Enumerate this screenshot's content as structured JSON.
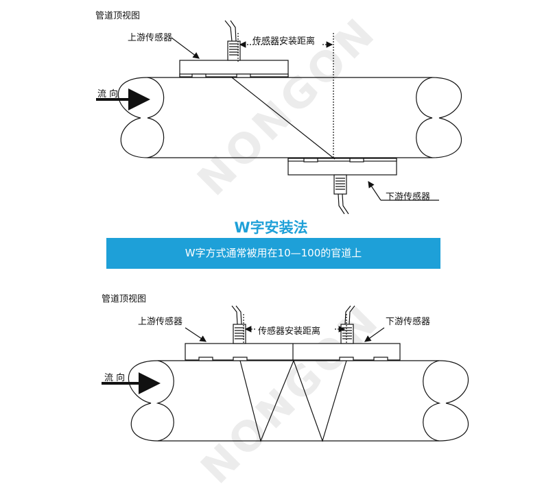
{
  "diagram1": {
    "top_view_label": "管道顶视图",
    "upstream_label": "上游传感器",
    "downstream_label": "下游传感器",
    "distance_label": "传感器安装距离",
    "flow_label": "流  向"
  },
  "method_title": "W字安装法",
  "banner_text": "W字方式通常被用在10—100的官道上",
  "diagram2": {
    "top_view_label": "管道顶视图",
    "upstream_label": "上游传感器",
    "downstream_label": "下游传感器",
    "distance_label": "传感器安装距离",
    "flow_label": "流  向"
  },
  "watermark": "NONGON"
}
